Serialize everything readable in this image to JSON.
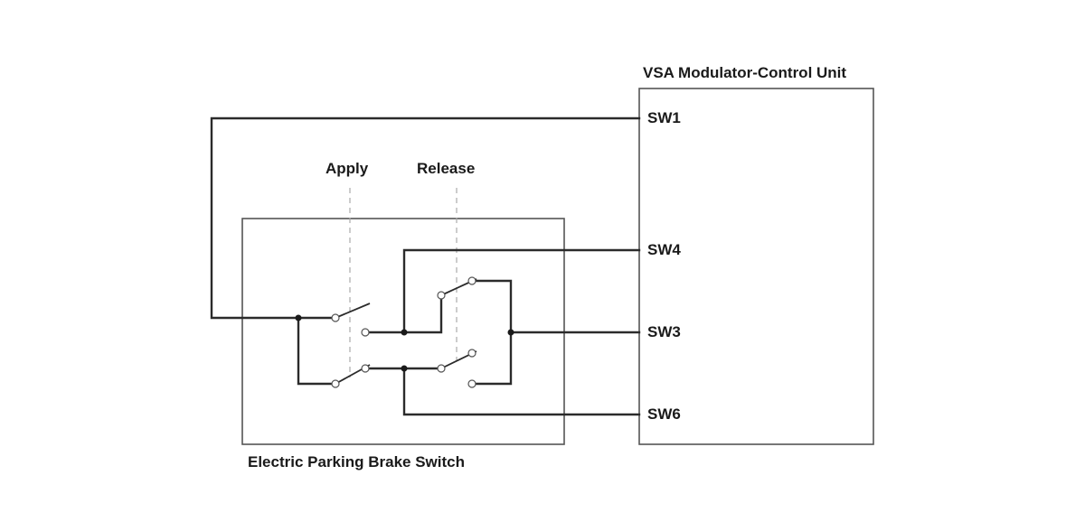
{
  "diagram": {
    "module": {
      "title": "VSA Modulator-Control Unit",
      "pins": {
        "sw1": "SW1",
        "sw4": "SW4",
        "sw3": "SW3",
        "sw6": "SW6"
      }
    },
    "switch_box": {
      "title": "Electric Parking Brake Switch",
      "apply_label": "Apply",
      "release_label": "Release"
    }
  }
}
